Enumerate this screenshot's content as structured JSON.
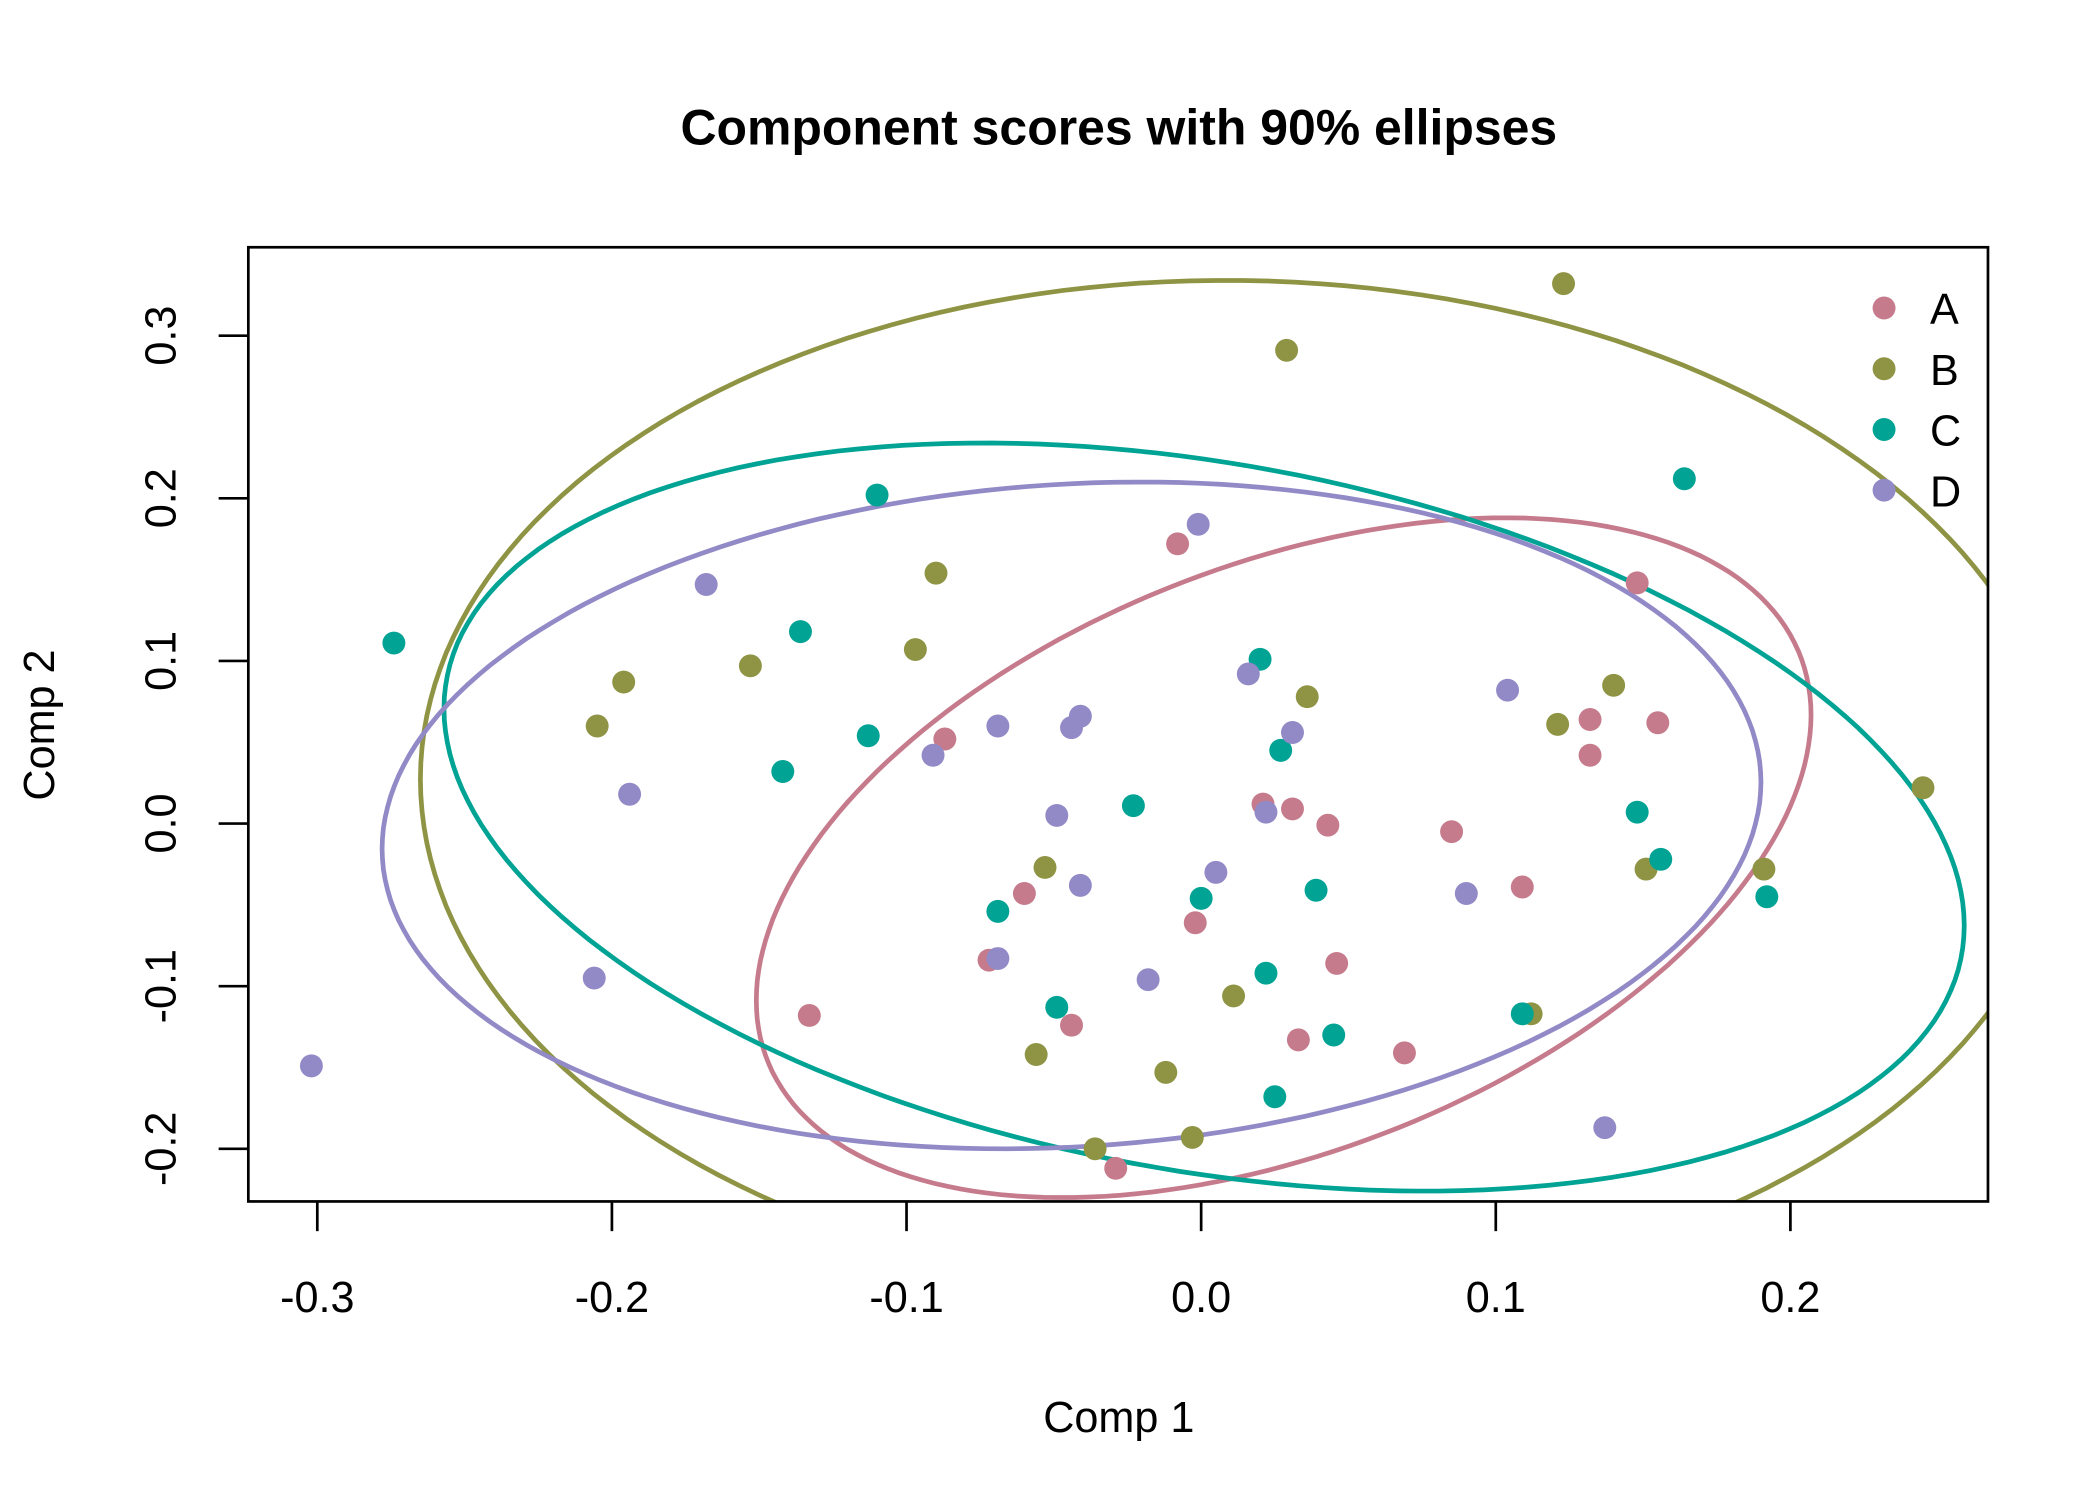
{
  "chart_data": {
    "type": "scatter",
    "title": "Component scores with 90% ellipses",
    "xlabel": "Comp 1",
    "ylabel": "Comp 2",
    "xlim": [
      -0.323,
      0.267
    ],
    "ylim": [
      -0.232,
      0.354
    ],
    "grid": false,
    "legend_placement": "top-right",
    "x_ticks": [
      -0.3,
      -0.2,
      -0.1,
      0.0,
      0.1,
      0.2
    ],
    "x_tick_labels": [
      "-0.3",
      "-0.2",
      "-0.1",
      "0.0",
      "0.1",
      "0.2"
    ],
    "y_ticks": [
      -0.2,
      -0.1,
      0.0,
      0.1,
      0.2,
      0.3
    ],
    "y_tick_labels": [
      "-0.2",
      "-0.1",
      "0.0",
      "0.1",
      "0.2",
      "0.3"
    ],
    "series": [
      {
        "name": "A",
        "color": "#C67B8C",
        "ellipse": {
          "center": [
            0.028,
            -0.021
          ],
          "x_half_range": 0.179,
          "y_half_range": 0.209,
          "correlation": 0.42
        },
        "points": [
          [
            -0.087,
            0.052
          ],
          [
            -0.008,
            0.172
          ],
          [
            0.148,
            0.148
          ],
          [
            0.132,
            0.064
          ],
          [
            0.155,
            0.062
          ],
          [
            0.132,
            0.042
          ],
          [
            0.021,
            0.012
          ],
          [
            0.031,
            0.009
          ],
          [
            0.043,
            -0.001
          ],
          [
            0.085,
            -0.005
          ],
          [
            -0.06,
            -0.043
          ],
          [
            -0.002,
            -0.061
          ],
          [
            0.109,
            -0.039
          ],
          [
            -0.072,
            -0.084
          ],
          [
            0.046,
            -0.086
          ],
          [
            -0.133,
            -0.118
          ],
          [
            -0.044,
            -0.124
          ],
          [
            0.033,
            -0.133
          ],
          [
            0.069,
            -0.141
          ],
          [
            -0.029,
            -0.212
          ]
        ]
      },
      {
        "name": "B",
        "color": "#8F9444",
        "ellipse": {
          "center": [
            0.014,
            0.021
          ],
          "x_half_range": 0.279,
          "y_half_range": 0.313,
          "correlation": -0.02
        },
        "points": [
          [
            0.123,
            0.332
          ],
          [
            0.029,
            0.291
          ],
          [
            -0.09,
            0.154
          ],
          [
            -0.097,
            0.107
          ],
          [
            -0.153,
            0.097
          ],
          [
            -0.196,
            0.087
          ],
          [
            -0.205,
            0.06
          ],
          [
            0.036,
            0.078
          ],
          [
            0.14,
            0.085
          ],
          [
            0.121,
            0.061
          ],
          [
            0.245,
            0.022
          ],
          [
            -0.053,
            -0.027
          ],
          [
            0.151,
            -0.028
          ],
          [
            0.191,
            -0.028
          ],
          [
            0.011,
            -0.106
          ],
          [
            0.112,
            -0.117
          ],
          [
            -0.056,
            -0.142
          ],
          [
            -0.012,
            -0.153
          ],
          [
            -0.036,
            -0.2
          ],
          [
            -0.003,
            -0.193
          ]
        ]
      },
      {
        "name": "C",
        "color": "#00A394",
        "ellipse": {
          "center": [
            0.001,
            0.004
          ],
          "x_half_range": 0.258,
          "y_half_range": 0.23,
          "correlation": -0.29
        },
        "points": [
          [
            -0.274,
            0.111
          ],
          [
            -0.11,
            0.202
          ],
          [
            0.164,
            0.212
          ],
          [
            -0.136,
            0.118
          ],
          [
            -0.113,
            0.054
          ],
          [
            -0.142,
            0.032
          ],
          [
            0.02,
            0.101
          ],
          [
            0.027,
            0.045
          ],
          [
            -0.023,
            0.011
          ],
          [
            0.148,
            0.007
          ],
          [
            0.156,
            -0.022
          ],
          [
            0.0,
            -0.046
          ],
          [
            0.039,
            -0.041
          ],
          [
            -0.069,
            -0.054
          ],
          [
            0.192,
            -0.045
          ],
          [
            0.022,
            -0.092
          ],
          [
            -0.049,
            -0.113
          ],
          [
            0.109,
            -0.117
          ],
          [
            0.045,
            -0.13
          ],
          [
            0.025,
            -0.168
          ]
        ]
      },
      {
        "name": "D",
        "color": "#9289C7",
        "ellipse": {
          "center": [
            -0.044,
            0.005
          ],
          "x_half_range": 0.234,
          "y_half_range": 0.205,
          "correlation": 0.1
        },
        "points": [
          [
            -0.001,
            0.184
          ],
          [
            -0.168,
            0.147
          ],
          [
            0.016,
            0.092
          ],
          [
            0.104,
            0.082
          ],
          [
            -0.041,
            0.066
          ],
          [
            -0.044,
            0.059
          ],
          [
            -0.069,
            0.06
          ],
          [
            0.031,
            0.056
          ],
          [
            -0.091,
            0.042
          ],
          [
            -0.194,
            0.018
          ],
          [
            0.022,
            0.007
          ],
          [
            -0.049,
            0.005
          ],
          [
            0.005,
            -0.03
          ],
          [
            -0.041,
            -0.038
          ],
          [
            0.09,
            -0.043
          ],
          [
            -0.069,
            -0.083
          ],
          [
            -0.018,
            -0.096
          ],
          [
            -0.206,
            -0.095
          ],
          [
            0.137,
            -0.187
          ],
          [
            -0.302,
            -0.149
          ]
        ]
      }
    ]
  }
}
